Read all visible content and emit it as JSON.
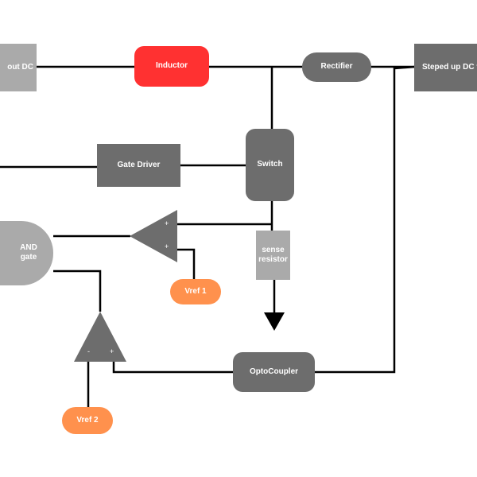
{
  "blocks": {
    "input_dc": "out DC",
    "inductor": "Inductor",
    "rectifier": "Rectifier",
    "stepped_up": "Steped up DC vo",
    "gate_driver": "Gate Driver",
    "switch": "Switch",
    "sense_resistor": "sense\nresistor",
    "and_gate": "AND\ngate",
    "vref1": "Vref 1",
    "vref2": "Vref 2",
    "optocoupler": "OptoCoupler"
  },
  "opamp1": {
    "plus_top": "+",
    "plus_bottom": "+"
  },
  "opamp2": {
    "minus": "-",
    "plus": "+"
  },
  "colors": {
    "dark_block": "#6d6d6d",
    "light_block": "#aaaaaa",
    "inductor": "#ff3131",
    "vref": "#ff914d",
    "wire": "#000000"
  }
}
